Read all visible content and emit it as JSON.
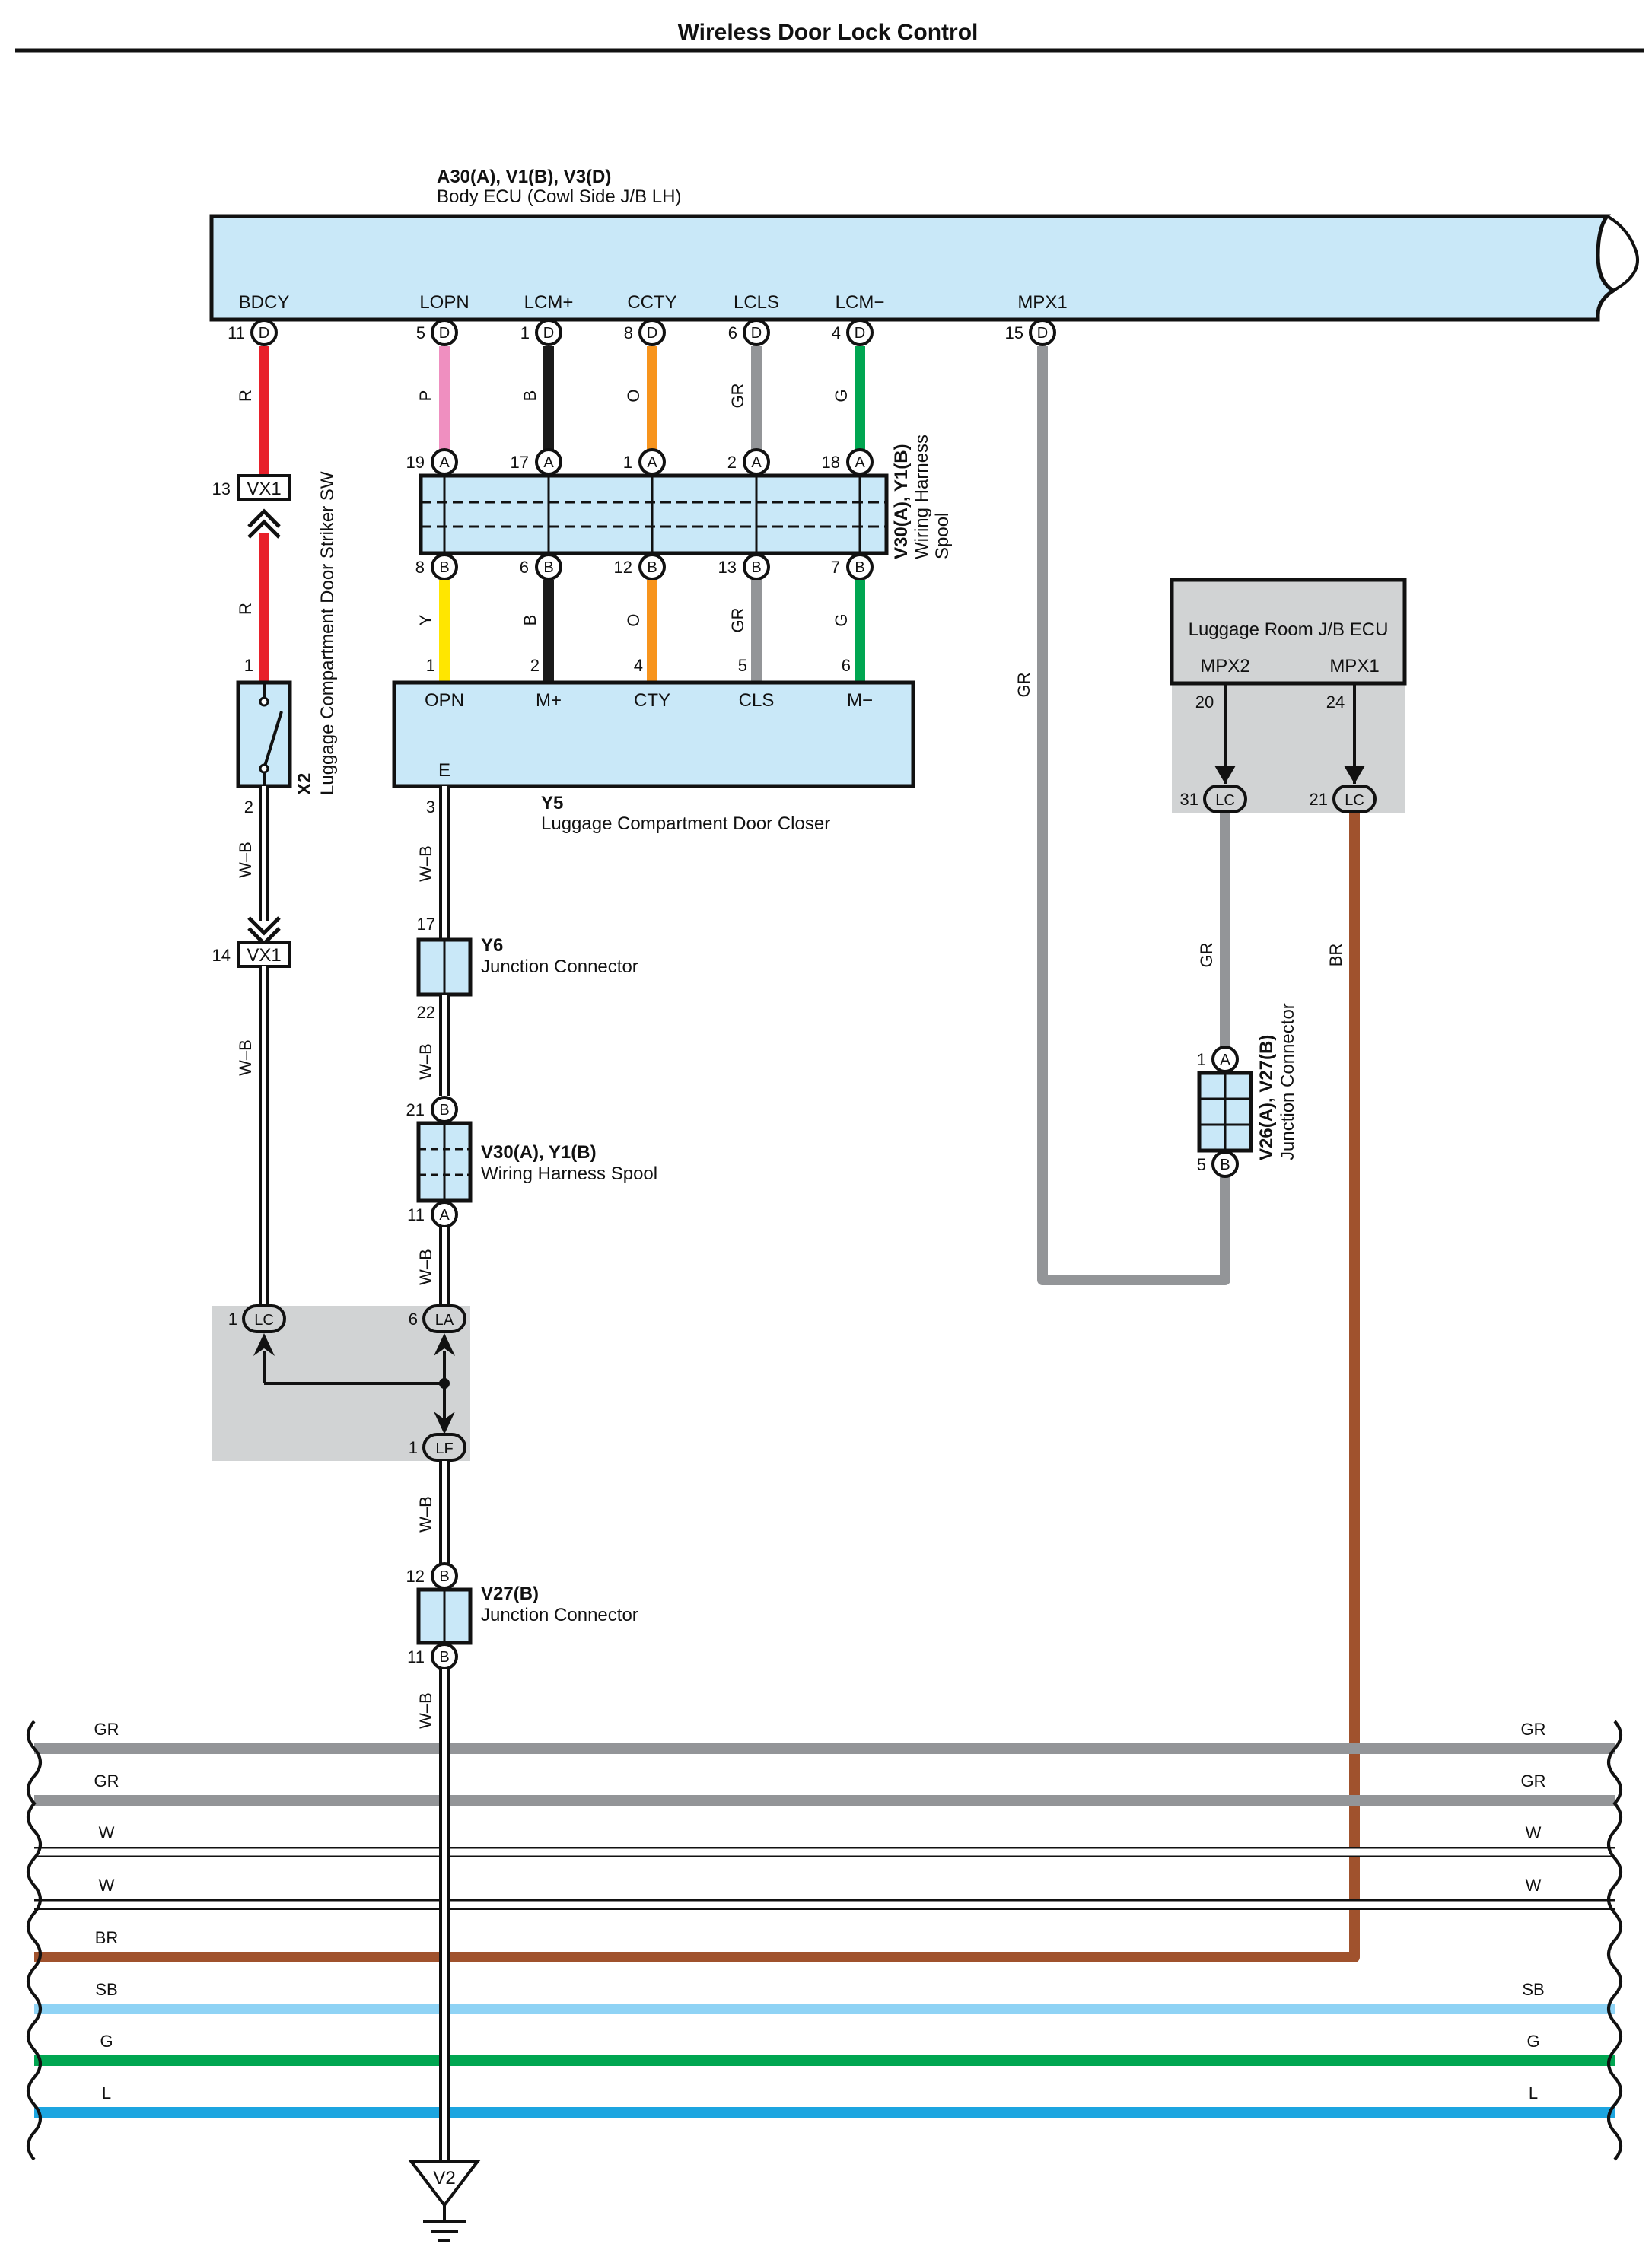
{
  "title": "Wireless Door Lock Control",
  "body_ecu": {
    "code": "A30(A), V1(B), V3(D)",
    "name": "Body ECU (Cowl Side J/B LH)",
    "terminals": [
      {
        "name": "BDCY",
        "pin": "11",
        "conn": "D",
        "wire": "R",
        "color": "#e8202a"
      },
      {
        "name": "LOPN",
        "pin": "5",
        "conn": "D",
        "wire": "P",
        "color": "#ef8fc0"
      },
      {
        "name": "LCM+",
        "pin": "1",
        "conn": "D",
        "wire": "B",
        "color": "#1a1a1a"
      },
      {
        "name": "CCTY",
        "pin": "8",
        "conn": "D",
        "wire": "O",
        "color": "#f7941d"
      },
      {
        "name": "LCLS",
        "pin": "6",
        "conn": "D",
        "wire": "GR",
        "color": "#939598"
      },
      {
        "name": "LCM−",
        "pin": "4",
        "conn": "D",
        "wire": "G",
        "color": "#00a651"
      },
      {
        "name": "MPX1",
        "pin": "15",
        "conn": "D",
        "wire": "GR",
        "color": "#939598"
      }
    ]
  },
  "spool_top": {
    "code": "V30(A), Y1(B)",
    "name_line1": "Wiring Harness",
    "name_line2": "Spool",
    "a_pins": [
      "19",
      "17",
      "1",
      "2",
      "18"
    ],
    "a_conn": "A",
    "b_pins": [
      "8",
      "6",
      "12",
      "13",
      "7"
    ],
    "b_conn": "B",
    "lower_wires": [
      {
        "wire": "Y",
        "color": "#ffe600"
      },
      {
        "wire": "B",
        "color": "#1a1a1a"
      },
      {
        "wire": "O",
        "color": "#f7941d"
      },
      {
        "wire": "GR",
        "color": "#939598"
      },
      {
        "wire": "G",
        "color": "#00a651"
      }
    ]
  },
  "closer": {
    "code": "Y5",
    "name": "Luggage Compartment Door Closer",
    "pins": [
      {
        "num": "1",
        "name": "OPN"
      },
      {
        "num": "2",
        "name": "M+"
      },
      {
        "num": "4",
        "name": "CTY"
      },
      {
        "num": "5",
        "name": "CLS"
      },
      {
        "num": "6",
        "name": "M−"
      }
    ],
    "ground_pin": {
      "num": "3",
      "name": "E"
    }
  },
  "striker": {
    "code": "X2",
    "name": "Luggage Compartment Door Striker SW",
    "pin_top": "1",
    "pin_bottom": "2",
    "vx_top": {
      "num": "13",
      "label": "VX1"
    },
    "vx_bottom": {
      "num": "14",
      "label": "VX1"
    },
    "wire_top": "R",
    "wire_lower": "R",
    "wire_wb1": "W–B",
    "wire_wb2": "W–B"
  },
  "y6": {
    "code": "Y6",
    "name": "Junction Connector",
    "pin_top": "17",
    "pin_bottom": "22"
  },
  "spool_mid": {
    "code": "V30(A), Y1(B)",
    "name": "Wiring Harness Spool",
    "pin_top": "21",
    "conn_top": "B",
    "pin_bottom": "11",
    "conn_bottom": "A"
  },
  "junction_box": {
    "lc_pin": "1",
    "lc": "LC",
    "la_pin": "6",
    "la": "LA",
    "lf_pin": "1",
    "lf": "LF"
  },
  "v27b": {
    "code": "V27(B)",
    "name": "Junction Connector",
    "pin_top": "12",
    "pin_bottom": "11",
    "conn": "B"
  },
  "wb_labels": [
    "W–B",
    "W–B",
    "W–B",
    "W–B",
    "W–B"
  ],
  "ground": {
    "label": "V2"
  },
  "luggage_ecu": {
    "name": "Luggage Room J/B ECU",
    "terminals": [
      {
        "name": "MPX2",
        "pin": "20",
        "lc_pin": "31",
        "lc": "LC",
        "wire": "GR"
      },
      {
        "name": "MPX1",
        "pin": "24",
        "lc_pin": "21",
        "lc": "LC",
        "wire": "BR"
      }
    ]
  },
  "v26": {
    "code": "V26(A), V27(B)",
    "name": "Junction Connector",
    "pin_top": "1",
    "conn_top": "A",
    "pin_bottom": "5",
    "conn_bottom": "B"
  },
  "mpx1_wire": "GR",
  "bus": [
    {
      "left": "GR",
      "right": "GR",
      "color": "#939598"
    },
    {
      "left": "GR",
      "right": "GR",
      "color": "#939598"
    },
    {
      "left": "W",
      "right": "W",
      "color": "#ffffff"
    },
    {
      "left": "W",
      "right": "W",
      "color": "#ffffff"
    },
    {
      "left": "BR",
      "right": "",
      "color": "#a0522d"
    },
    {
      "left": "SB",
      "right": "SB",
      "color": "#8fd3f5"
    },
    {
      "left": "G",
      "right": "G",
      "color": "#00a651"
    },
    {
      "left": "L",
      "right": "L",
      "color": "#1ca5e0"
    }
  ]
}
